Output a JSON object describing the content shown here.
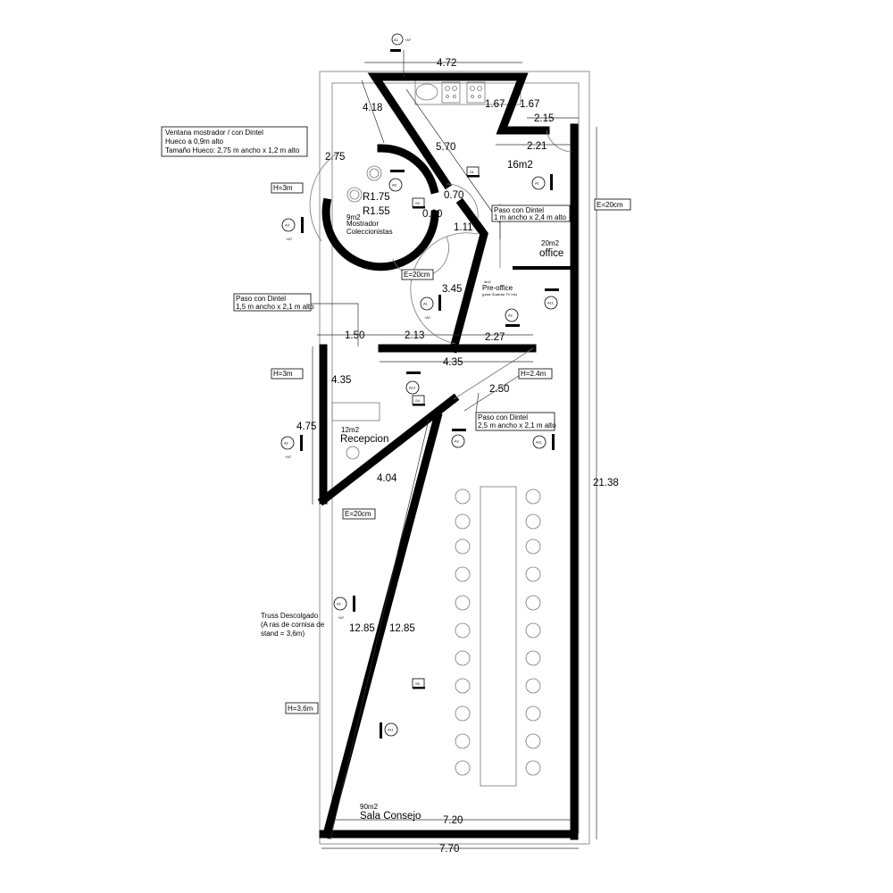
{
  "title_marker": {
    "id": "A1",
    "suffix": "+A7"
  },
  "dimensions": {
    "top_width": "4.72",
    "d418": "4.18",
    "d167a": "1.67",
    "d167b": "1.67",
    "d215": "2.15",
    "d570": "5.70",
    "d221": "2.21",
    "d275": "2.75",
    "r175": "R1.75",
    "r155": "R1.55",
    "d070": "0.70",
    "d060": "0.60",
    "d111": "1.11",
    "d345": "3.45",
    "d150": "1.50",
    "d213": "2.13",
    "d227": "2.27",
    "d435a": "4.35",
    "d435b": "4.35",
    "d250": "2.50",
    "d475": "4.75",
    "d404": "4.04",
    "d1285a": "12.85",
    "d1285b": "12.85",
    "d2138": "21.38",
    "d720": "7.20",
    "d770": "7.70"
  },
  "notes": {
    "ventana": [
      "Ventana mostrador / con Dintel",
      "Hueco a 0,9m alto",
      "Tamaño Hueco: 2,75 m ancho x 1,2 m alto"
    ],
    "paso1": [
      "Paso con Dintel",
      "1 m ancho x 2,4 m alto"
    ],
    "paso15": [
      "Paso con Dintel",
      "1,5 m ancho x 2,1 m alto"
    ],
    "paso25": [
      "Paso con Dintel",
      "2,5 m ancho x 2,1 m alto"
    ],
    "truss": [
      "Truss Descolgado",
      "(A ras de cornisa de",
      "stand = 3,6m)"
    ],
    "h3a": "H=3m",
    "h3b": "H=3m",
    "h24": "H=2.4m",
    "h36": "H=3,6m",
    "e20a": "E=20cm",
    "e20b": "E=20cm",
    "e20c": "E=20cm"
  },
  "rooms": {
    "kitchen": {
      "area": "16m2"
    },
    "mostrador": {
      "area": "9m2",
      "name1": "Mostrador",
      "name2": "Coleccionistas"
    },
    "office": {
      "area": "20m2",
      "name": "office"
    },
    "preoffice": {
      "area": "4m2",
      "name": "Pre-office",
      "sub": "(para Guardar TV etc)"
    },
    "recepcion": {
      "area": "12m2",
      "name": "Recepcion"
    },
    "sala": {
      "area": "90m2",
      "name": "Sala Consejo"
    }
  },
  "markers": {
    "a1_kitchen": "A1",
    "a9": "A9",
    "a3": "A3",
    "a3_sub": "+A7",
    "a1_mid": "A1",
    "a1_mid_sub": "+A7",
    "a11_office": "A11",
    "a2_pre": "A2",
    "a10": "A10",
    "a2_left": "A2",
    "a2_left_sub": "+A7",
    "a2_mid": "A2",
    "a11_right": "A11",
    "a1_low": "A1",
    "a1_low_sub": "+A7",
    "a11_low": "A11"
  },
  "sections": {
    "s1": "S1",
    "s3": "S3",
    "s4": "S4",
    "s5": "S5"
  }
}
